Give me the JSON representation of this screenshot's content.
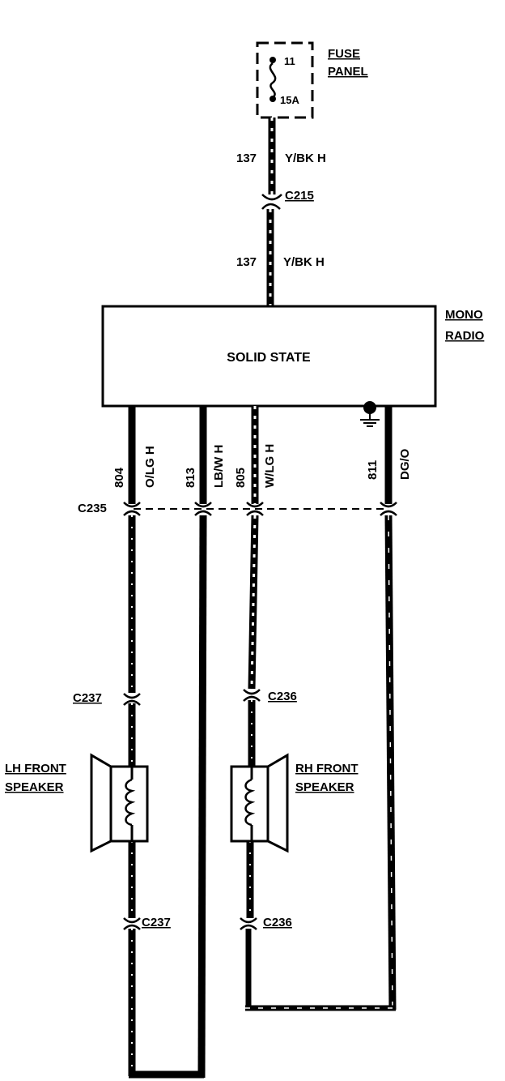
{
  "fuse_panel": {
    "title_line1": "FUSE",
    "title_line2": "PANEL",
    "fuse_number": "11",
    "fuse_rating": "15A"
  },
  "feed_wire": {
    "circuit": "137",
    "color": "Y/BK H"
  },
  "connectors": {
    "c215": "C215",
    "c235": "C235",
    "c236": "C236",
    "c237": "C237"
  },
  "radio": {
    "title_line1": "MONO",
    "title_line2": "RADIO",
    "body_text": "SOLID STATE"
  },
  "output_wires": [
    {
      "circuit": "804",
      "color": "O/LG H"
    },
    {
      "circuit": "813",
      "color": "LB/W H"
    },
    {
      "circuit": "805",
      "color": "W/LG H"
    },
    {
      "circuit": "811",
      "color": "DG/O"
    }
  ],
  "speakers": {
    "left": {
      "line1": "LH FRONT",
      "line2": "SPEAKER"
    },
    "right": {
      "line1": "RH FRONT",
      "line2": "SPEAKER"
    }
  }
}
